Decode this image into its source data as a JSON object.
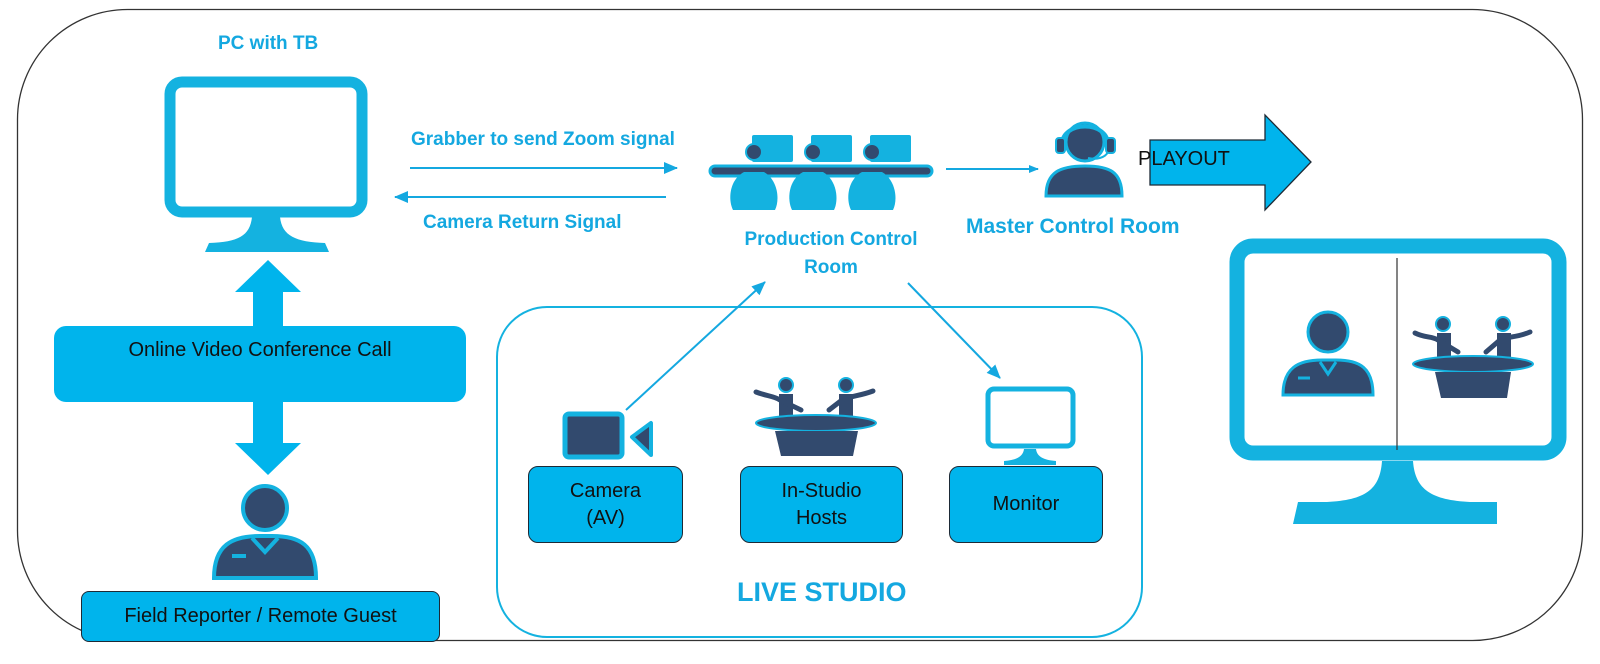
{
  "diagram": {
    "title": "Remote guest broadcast workflow",
    "colors": {
      "accent": "#14a8e0",
      "box_fill": "#00b4ec",
      "icon_dark": "#324a6e",
      "frame_stroke": "#333333"
    },
    "nodes": {
      "pc": {
        "label": "PC with TB",
        "icon": "monitor-icon"
      },
      "conference": {
        "label": "Online Video Conference Call"
      },
      "field_reporter": {
        "label": "Field Reporter / Remote Guest",
        "icon": "person-icon"
      },
      "production_control": {
        "label_line1": "Production Control",
        "label_line2": "Room",
        "icon": "control-room-operators-icon"
      },
      "master_control": {
        "label": "Master Control Room",
        "icon": "headset-operator-icon"
      },
      "playout": {
        "label": "PLAYOUT",
        "icon": "arrow-right-icon"
      },
      "output_screen": {
        "icon": "split-screen-monitor-icon"
      },
      "live_studio": {
        "label": "LIVE STUDIO",
        "items": [
          {
            "line1": "Camera",
            "line2": "(AV)",
            "icon": "video-camera-icon"
          },
          {
            "line1": "In-Studio",
            "line2": "Hosts",
            "icon": "hosts-desk-icon"
          },
          {
            "line1": "Monitor",
            "line2": "",
            "icon": "monitor-icon"
          }
        ]
      }
    },
    "edges": {
      "grabber": "Grabber to send Zoom signal",
      "camera_return": "Camera Return Signal"
    }
  }
}
